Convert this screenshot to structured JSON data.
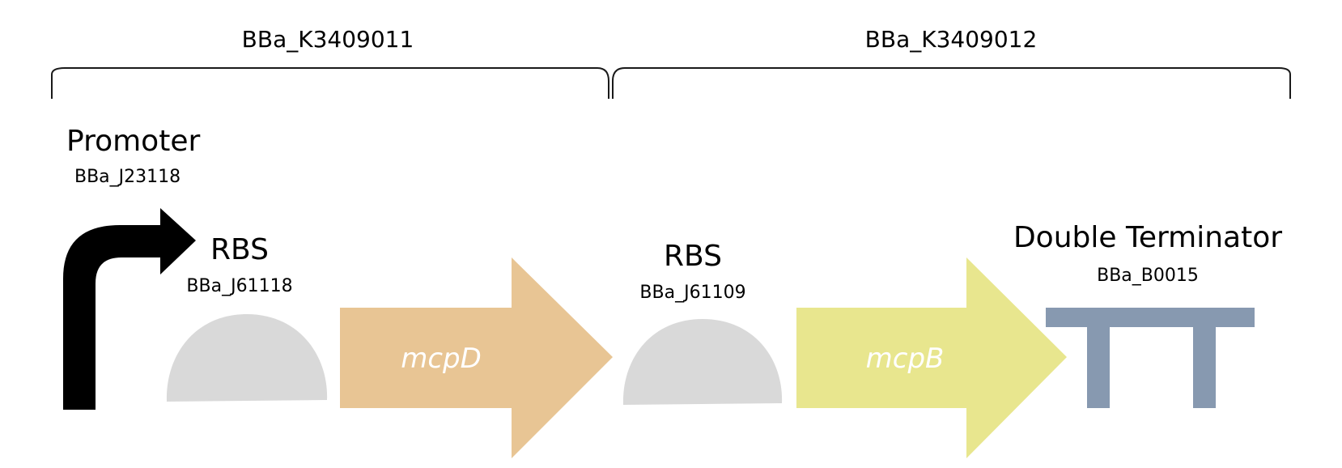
{
  "brackets": [
    {
      "label": "BBa_K3409011"
    },
    {
      "label": "BBa_K3409012"
    }
  ],
  "parts": {
    "promoter": {
      "title": "Promoter",
      "id": "BBa_J23118",
      "icon": "promoter-arrow-icon",
      "color": "#000000"
    },
    "rbs1": {
      "title": "RBS",
      "id": "BBa_J61118",
      "icon": "rbs-semicircle-icon",
      "color": "#d9d9d9"
    },
    "gene1": {
      "label": "mcpD",
      "icon": "cds-arrow-icon",
      "color": "#e8c594"
    },
    "rbs2": {
      "title": "RBS",
      "id": "BBa_J61109",
      "icon": "rbs-semicircle-icon",
      "color": "#d9d9d9"
    },
    "gene2": {
      "label": "mcpB",
      "icon": "cds-arrow-icon",
      "color": "#e8e68e"
    },
    "terminator": {
      "title": "Double Terminator",
      "id": "BBa_B0015",
      "icon": "terminator-icon",
      "color": "#8799b0"
    }
  }
}
